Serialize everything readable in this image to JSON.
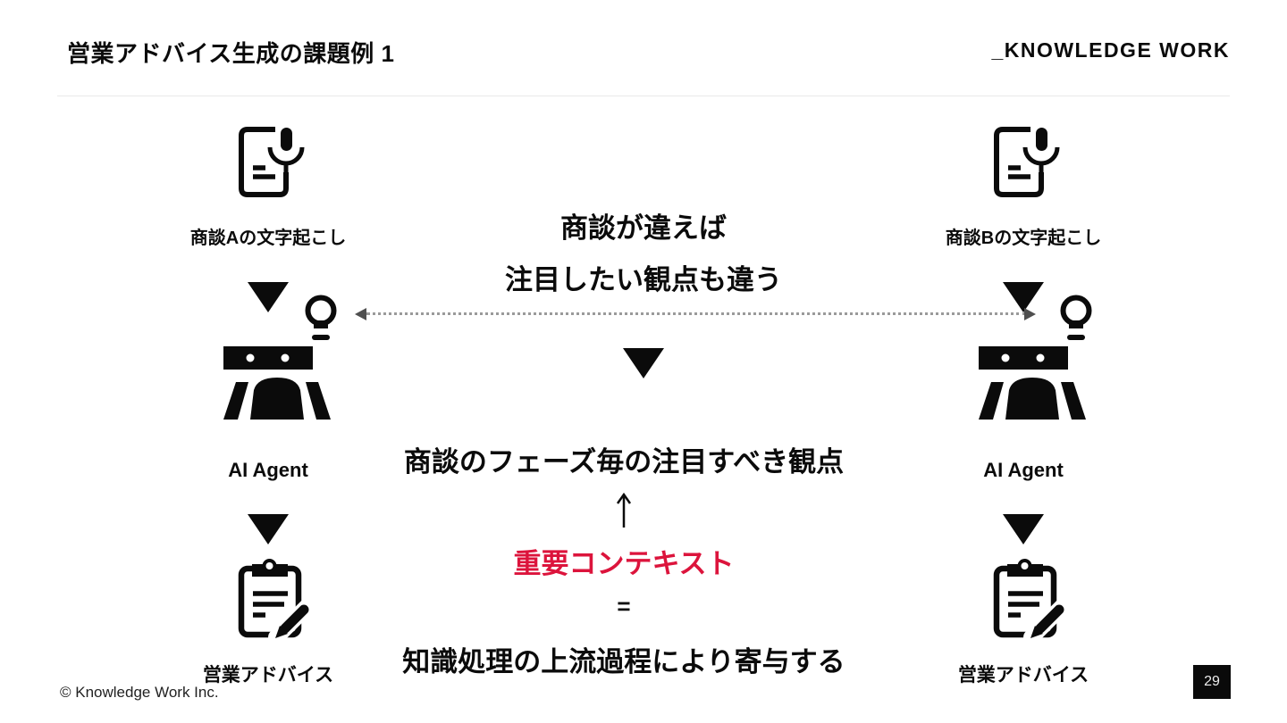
{
  "slide": {
    "title": "営業アドバイス生成の課題例 1",
    "logo": "_KNOWLEDGE WORK",
    "copyright": "© Knowledge Work Inc.",
    "page_number": "29"
  },
  "columns": {
    "left": {
      "source_label": "商談Aの文字起こし",
      "agent_label": "AI Agent",
      "output_label": "営業アドバイス"
    },
    "right": {
      "source_label": "商談Bの文字起こし",
      "agent_label": "AI Agent",
      "output_label": "営業アドバイス"
    }
  },
  "center": {
    "headline_line1": "商談が違えば",
    "headline_line2": "注目したい観点も違う",
    "phase_text": "商談のフェーズ毎の注目すべき観点",
    "up_arrow": "↑",
    "key_context_text": "重要コンテキスト",
    "equals": "=",
    "conclusion_text": "知識処理の上流過程により寄与する"
  },
  "icons": {
    "left_source": "transcript-mic-icon",
    "left_agent": "robot-lightbulb-icon",
    "left_output": "clipboard-pencil-icon",
    "right_source": "transcript-mic-icon",
    "right_agent": "robot-lightbulb-icon",
    "right_output": "clipboard-pencil-icon"
  },
  "colors": {
    "accent_red": "#DC143C",
    "ink_black": "#0b0b0b",
    "divider_gray": "#e9e9e9",
    "dotted_line_gray": "#9a9a9a"
  }
}
